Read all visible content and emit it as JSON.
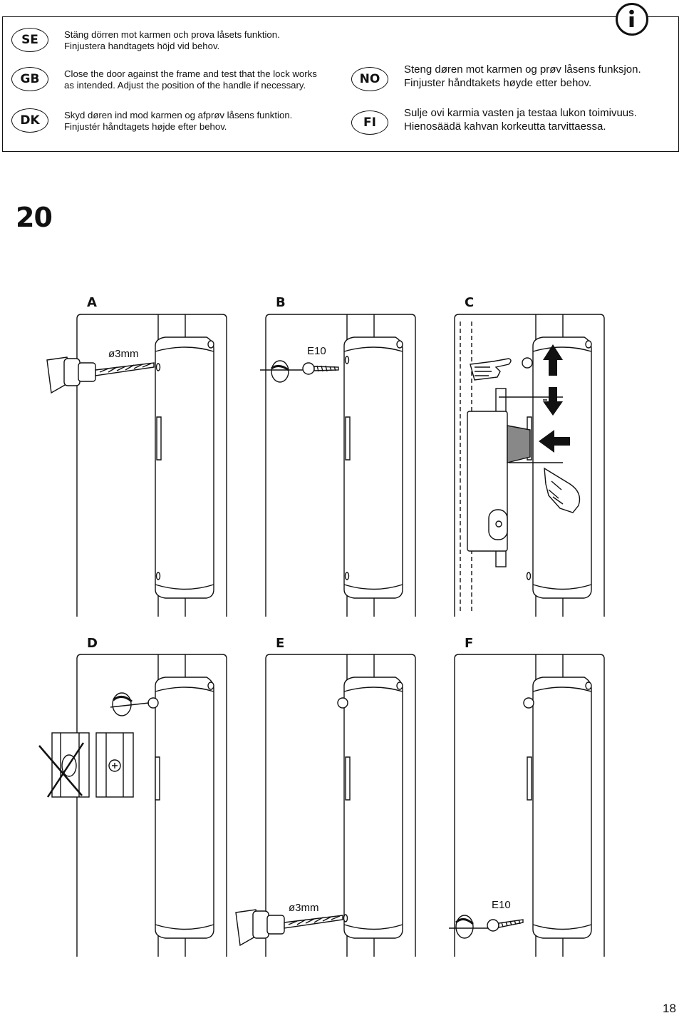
{
  "instructions": [
    {
      "code": "SE",
      "lines": [
        "Stäng dörren mot karmen och prova låsets funktion.",
        "Finjustera handtagets höjd vid behov."
      ]
    },
    {
      "code": "GB",
      "lines": [
        "Close the door against the frame and test that the lock works",
        "as intended. Adjust the position of the handle if necessary."
      ]
    },
    {
      "code": "DK",
      "lines": [
        "Skyd døren ind mod karmen og afprøv låsens funktion.",
        "Finjustér håndtagets højde efter behov."
      ]
    },
    {
      "code": "NO",
      "lines": [
        "Steng døren mot karmen og prøv låsens funksjon.",
        "Finjuster håndtakets høyde etter behov."
      ]
    },
    {
      "code": "FI",
      "lines": [
        "Sulje ovi karmia vasten ja testaa lukon toimivuus.",
        "Hienosäädä kahvan korkeutta tarvittaessa."
      ]
    }
  ],
  "info_icon": "info-icon",
  "step_number": "20",
  "panels": {
    "a": {
      "letter": "A",
      "callout": "ø3mm"
    },
    "b": {
      "letter": "B",
      "callout": "E10"
    },
    "c": {
      "letter": "C"
    },
    "d": {
      "letter": "D"
    },
    "e": {
      "letter": "E",
      "callout": "ø3mm"
    },
    "f": {
      "letter": "F",
      "callout": "E10"
    }
  },
  "page_number": "18"
}
